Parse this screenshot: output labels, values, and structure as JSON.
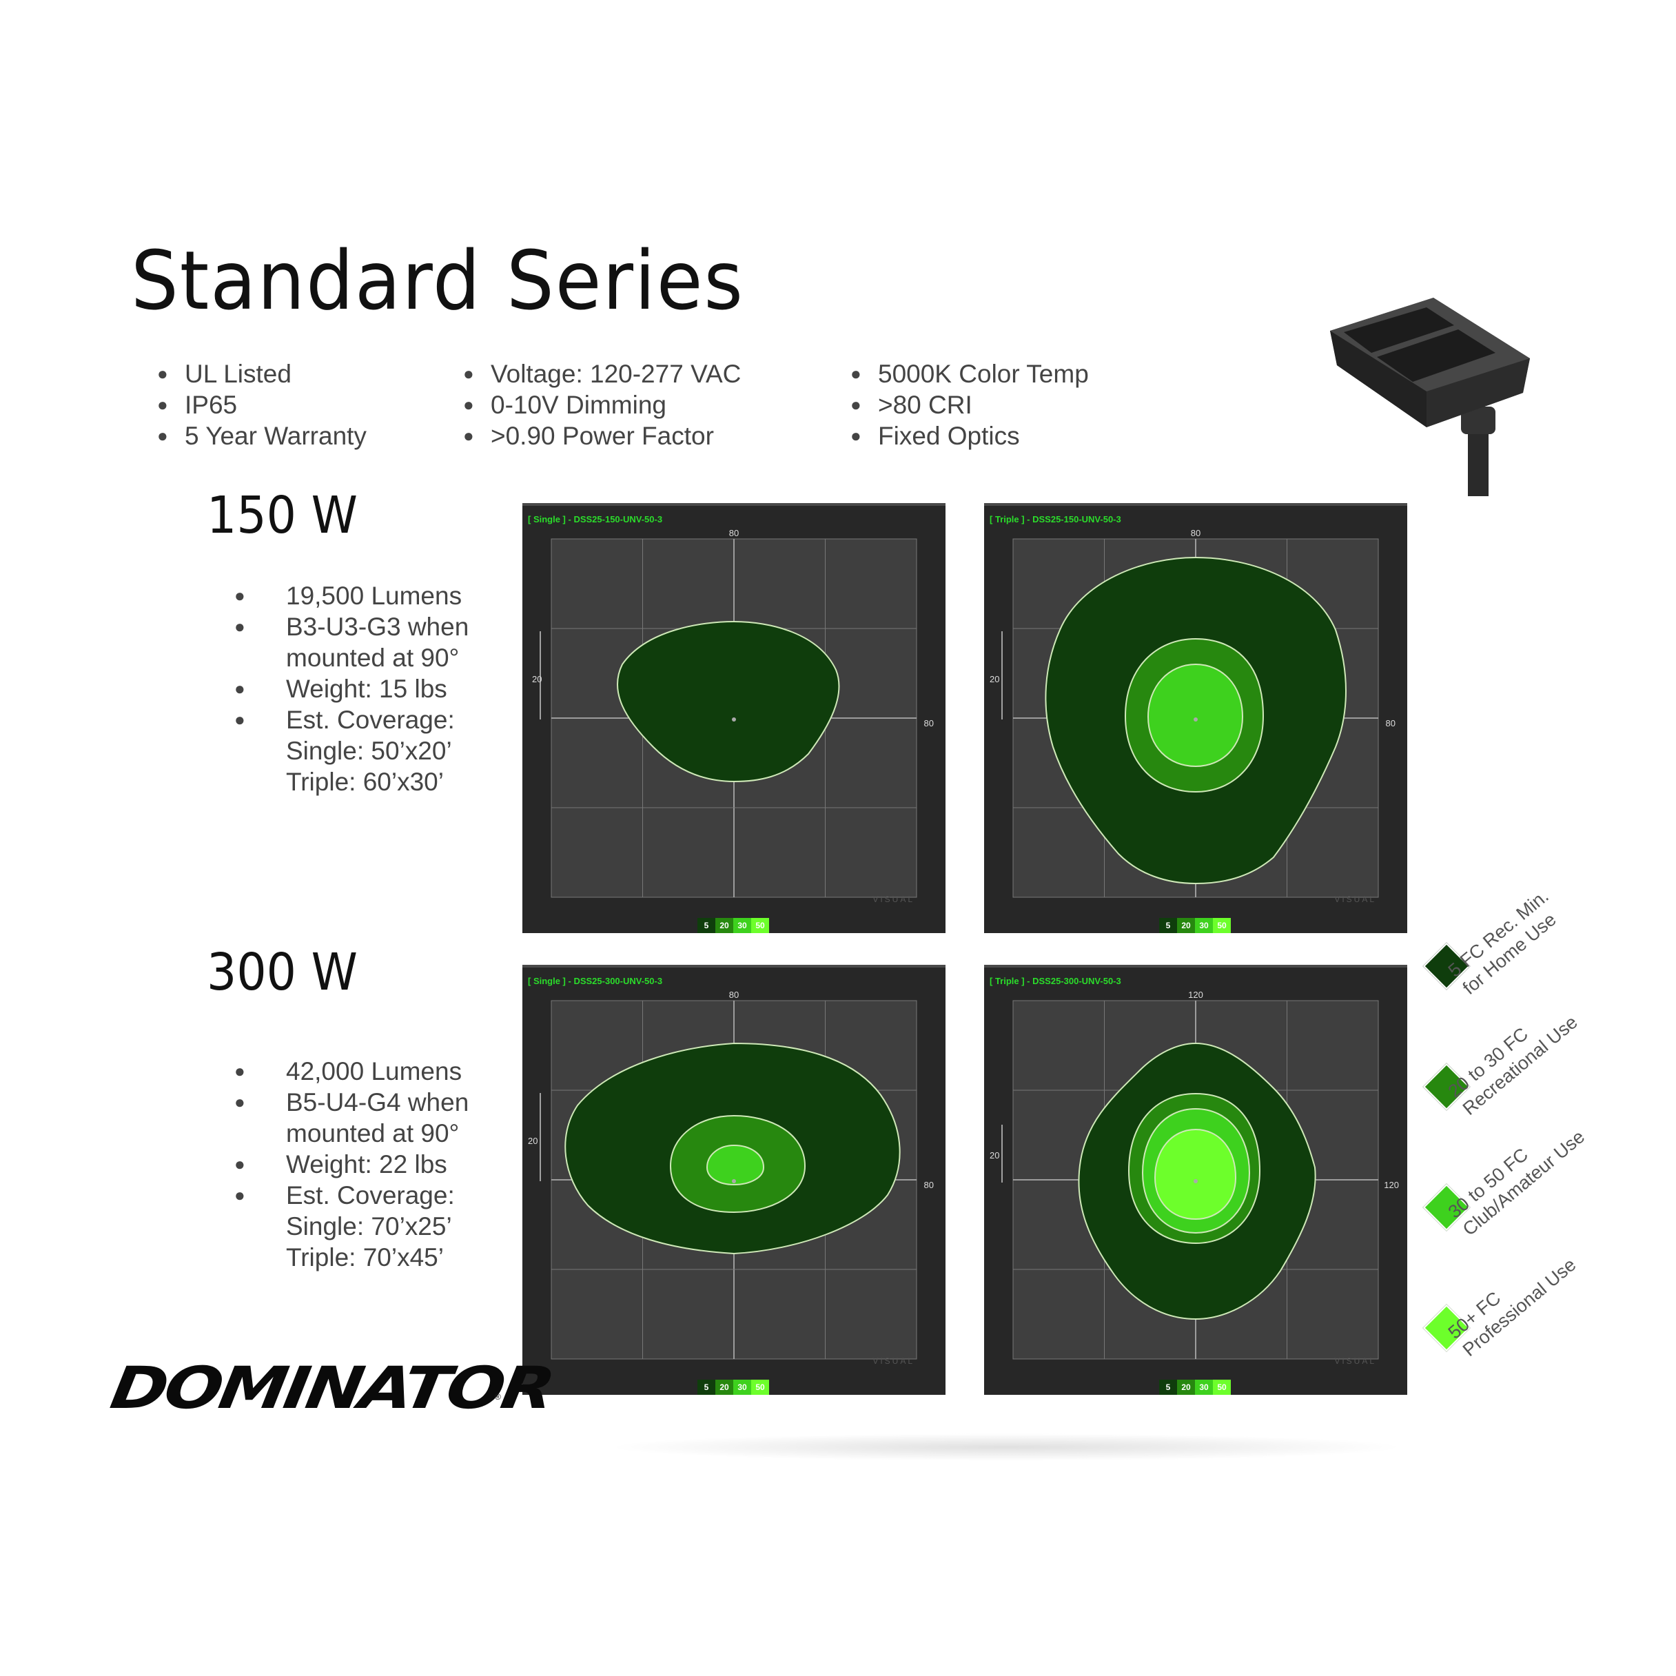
{
  "title": "Standard Series",
  "features": [
    [
      "UL Listed",
      "IP65",
      "5 Year Warranty"
    ],
    [
      "Voltage: 120-277 VAC",
      "0-10V Dimming",
      ">0.90 Power Factor"
    ],
    [
      "5000K Color Temp",
      ">80 CRI",
      "Fixed Optics"
    ]
  ],
  "models": [
    {
      "watt": "150 W",
      "specs": [
        "19,500 Lumens",
        "B3-U3-G3 when\nmounted at 90°",
        "Weight: 15 lbs",
        "Est. Coverage:\nSingle: 50’x20’\nTriple: 60’x30’"
      ],
      "single_label": "[ Single ] - DSS25-150-UNV-50-3",
      "triple_label": "[ Triple ] - DSS25-150-UNV-50-3",
      "single_top": "80",
      "single_right": "80",
      "single_left": "20",
      "triple_top": "80",
      "triple_right": "80",
      "triple_left": "20"
    },
    {
      "watt": "300 W",
      "specs": [
        "42,000 Lumens",
        "B5-U4-G4 when\nmounted at 90°",
        "Weight: 22 lbs",
        "Est. Coverage:\nSingle: 70’x25’\nTriple: 70’x45’"
      ],
      "single_label": "[ Single ] - DSS25-300-UNV-50-3",
      "triple_label": "[ Triple ] - DSS25-300-UNV-50-3",
      "single_top": "80",
      "single_right": "80",
      "single_left": "20",
      "triple_top": "120",
      "triple_right": "120",
      "triple_left": "20"
    }
  ],
  "legend_strip": [
    "5",
    "20",
    "30",
    "50"
  ],
  "visual_mark": "VISUAL",
  "levels": [
    {
      "label": "5 FC Rec. Min.\nfor Home Use",
      "color": "#0f3d0c"
    },
    {
      "label": "20 to 30 FC\nRecreational Use",
      "color": "#27880f"
    },
    {
      "label": "30 to 50 FC\nClub/Amateur Use",
      "color": "#3ed11e"
    },
    {
      "label": "50+ FC\nProfessional Use",
      "color": "#6dff2b"
    }
  ],
  "brand": "DOMINATOR",
  "brand_mark": "®"
}
